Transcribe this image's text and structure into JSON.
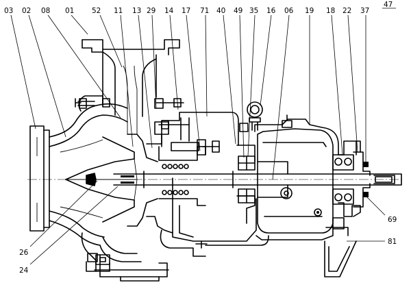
{
  "labels": {
    "p03": "03",
    "p02": "02",
    "p08": "08",
    "p01": "01",
    "p52": "52",
    "p11": "11",
    "p13": "13",
    "p29": "29",
    "p14": "14",
    "p17": "17",
    "p71": "71",
    "p40": "40",
    "p49": "49",
    "p35": "35",
    "p16": "16",
    "p06": "06",
    "p19": "19",
    "p18": "18",
    "p22": "22",
    "p37": "37",
    "p47": "47",
    "p69": "69",
    "p81": "81",
    "p26": "26",
    "p24": "24"
  }
}
